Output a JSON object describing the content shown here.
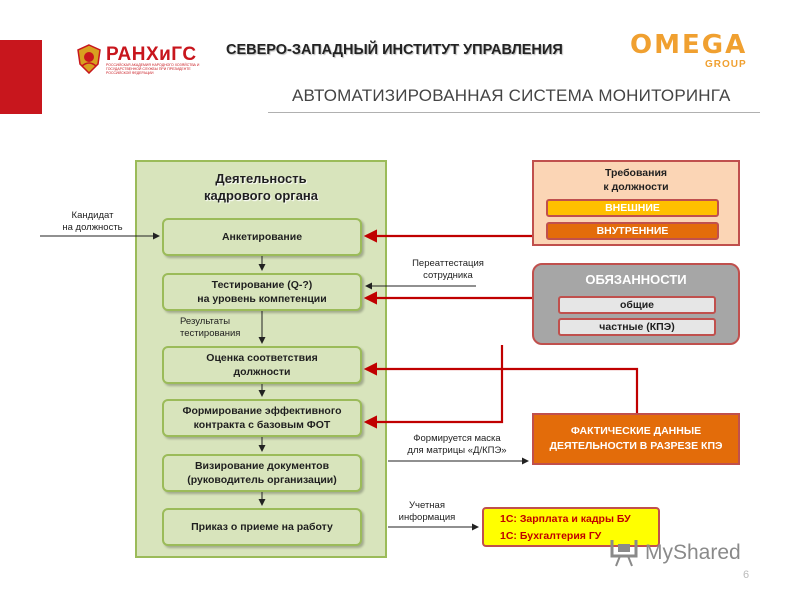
{
  "header": {
    "logo_text": "РАНХиГС",
    "logo_subtext": "РОССИЙСКАЯ АКАДЕМИЯ НАРОДНОГО ХОЗЯЙСТВА И ГОСУДАРСТВЕННОЙ СЛУЖБЫ ПРИ ПРЕЗИДЕНТЕ РОССИЙСКОЙ ФЕДЕРАЦИИ",
    "institute": "СЕВЕРО-ЗАПАДНЫЙ ИНСТИТУТ УПРАВЛЕНИЯ",
    "brand": "OMEGA",
    "brand_sub": "GROUP",
    "system_title": "АВТОМАТИЗИРОВАННАЯ СИСТЕМА МОНИТОРИНГА"
  },
  "hr_panel": {
    "title_line1": "Деятельность",
    "title_line2": "кадрового органа",
    "steps": [
      {
        "line1": "Анкетирование",
        "line2": ""
      },
      {
        "line1": "Тестирование (Q-?)",
        "line2": "на уровень компетенции"
      },
      {
        "line1": "Оценка соответствия",
        "line2": "должности"
      },
      {
        "line1": "Формирование эффективного",
        "line2": "контракта с базовым ФОТ"
      },
      {
        "line1": "Визирование документов",
        "line2": "(руководитель организации)"
      },
      {
        "line1": "Приказ о приеме на работу",
        "line2": ""
      }
    ]
  },
  "requirements": {
    "title_line1": "Требования",
    "title_line2": "к должности",
    "external": "ВНЕШНИЕ",
    "internal": "ВНУТРЕННИЕ"
  },
  "duties": {
    "title": "ОБЯЗАННОСТИ",
    "general": "общие",
    "private": "частные (КПЭ)"
  },
  "facts": {
    "line1": "ФАКТИЧЕСКИЕ ДАННЫЕ",
    "line2": "ДЕЯТЕЛЬНОСТИ В РАЗРЕЗЕ КПЭ"
  },
  "onec": {
    "item1": "1С: Зарплата и кадры БУ",
    "item2": "1С: Бухгалтерия ГУ"
  },
  "labels": {
    "candidate_l1": "Кандидат",
    "candidate_l2": "на должность",
    "reattest_l1": "Переаттестация",
    "reattest_l2": "сотрудника",
    "results_l1": "Результаты",
    "results_l2": "тестирования",
    "mask_l1": "Формируется  маска",
    "mask_l2": "для матрицы  «Д/КПЭ»",
    "account_l1": "Учетная",
    "account_l2": "информация"
  },
  "watermark": "MyShared",
  "page_number": "6",
  "colors": {
    "accent_red": "#c8161d",
    "arrow_red": "#c00000",
    "green_fill": "#d8e4bc",
    "green_border": "#9bbb59",
    "orange": "#e36c0a",
    "peach": "#fbd5b5",
    "gray": "#a6a6a6",
    "yellow": "#ffff00",
    "brand_orange": "#f0a030"
  }
}
